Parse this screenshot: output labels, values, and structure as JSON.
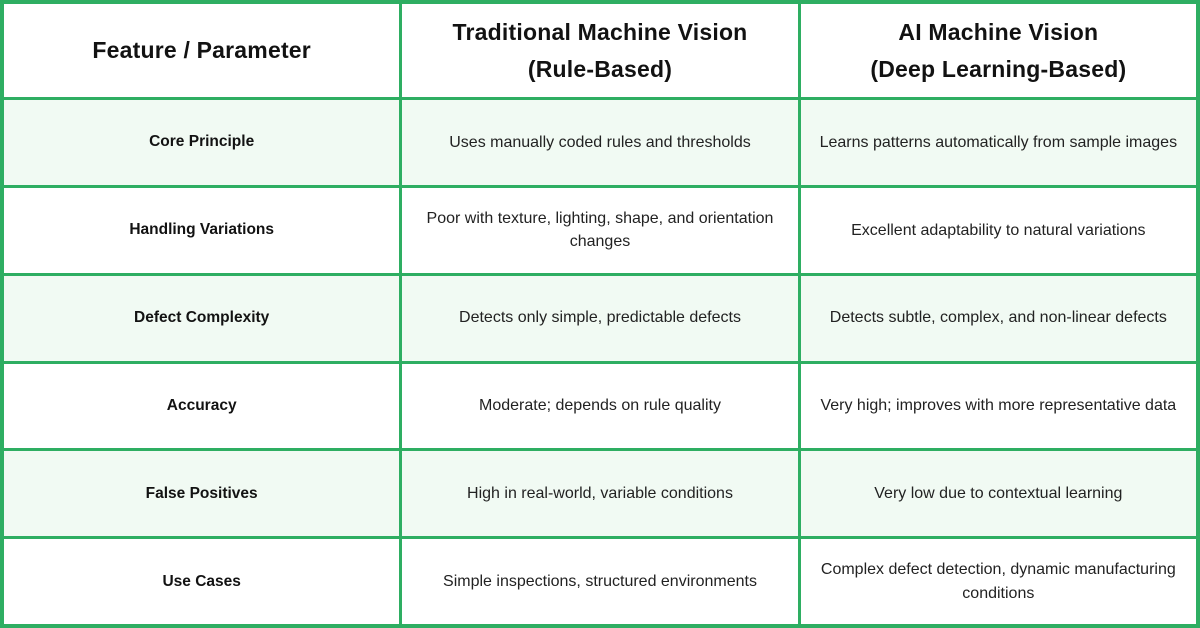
{
  "colors": {
    "border_green": "#2eae62",
    "row_tint": "#f1faf3",
    "header_text": "#121212",
    "body_text": "#222222"
  },
  "chart_data": {
    "type": "table",
    "title": "Traditional Machine Vision vs AI Machine Vision comparison",
    "columns": [
      "Feature / Parameter",
      "Traditional Machine Vision\n(Rule-Based)",
      "AI Machine Vision\n(Deep Learning-Based)"
    ],
    "rows": [
      [
        "Core Principle",
        "Uses manually coded rules and thresholds",
        "Learns patterns automatically from sample images"
      ],
      [
        "Handling Variations",
        "Poor with texture, lighting, shape, and orientation changes",
        "Excellent adaptability to natural variations"
      ],
      [
        "Defect Complexity",
        "Detects only simple, predictable defects",
        "Detects subtle, complex, and non-linear defects"
      ],
      [
        "Accuracy",
        "Moderate; depends on rule quality",
        "Very high; improves with more representative data"
      ],
      [
        "False Positives",
        "High in real-world, variable conditions",
        "Very low due to contextual learning"
      ],
      [
        "Use Cases",
        "Simple inspections, structured environments",
        "Complex defect detection, dynamic manufacturing conditions"
      ]
    ],
    "layout": {
      "grid": "on",
      "header_background": "#ffffff",
      "alternating_rows": "odd rows tinted pale green starting with first data row"
    }
  }
}
